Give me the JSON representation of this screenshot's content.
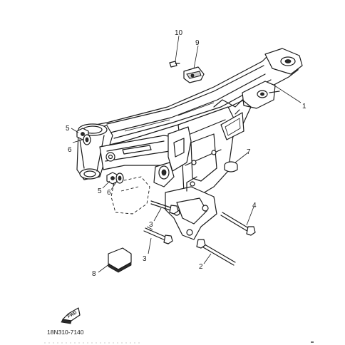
{
  "diagram": {
    "callouts": [
      {
        "id": "1",
        "text": "1"
      },
      {
        "id": "2",
        "text": "2"
      },
      {
        "id": "3a",
        "text": "3"
      },
      {
        "id": "3b",
        "text": "3"
      },
      {
        "id": "4",
        "text": "4"
      },
      {
        "id": "5a",
        "text": "5"
      },
      {
        "id": "5b",
        "text": "5"
      },
      {
        "id": "6a",
        "text": "6"
      },
      {
        "id": "6b",
        "text": "6"
      },
      {
        "id": "7",
        "text": "7"
      },
      {
        "id": "8",
        "text": "8"
      },
      {
        "id": "9",
        "text": "9"
      },
      {
        "id": "10",
        "text": "10"
      }
    ],
    "direction_symbol": "FWD",
    "drawing_code": "18N310-7140"
  }
}
